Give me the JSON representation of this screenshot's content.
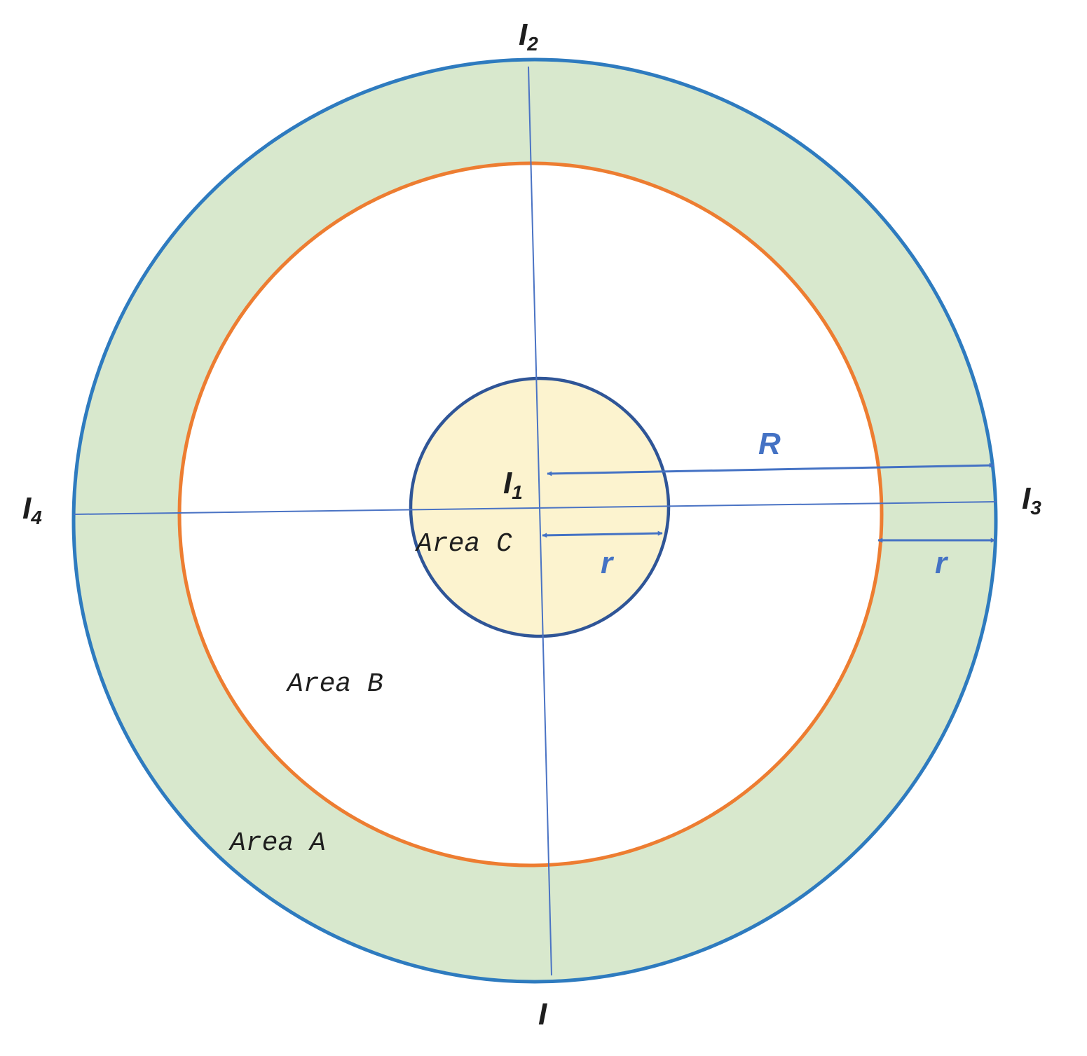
{
  "points": {
    "center": {
      "main": "I",
      "sub": "1"
    },
    "top": {
      "main": "I",
      "sub": "2"
    },
    "right": {
      "main": "I",
      "sub": "3"
    },
    "left": {
      "main": "I",
      "sub": "4"
    },
    "bottom": {
      "main": "I",
      "sub": ""
    }
  },
  "dimensions": {
    "big_radius": "R",
    "small_radius_inner": "r",
    "small_radius_ring": "r"
  },
  "areas": {
    "outer_ring": "Area A",
    "middle": "Area B",
    "inner": "Area C"
  },
  "colors": {
    "outer_circle": "#2e7bbf",
    "outer_ring_fill": "#d8e8cd",
    "middle_circle": "#ed7d31",
    "inner_circle": "#2f5597",
    "inner_fill": "#fcf3cf",
    "axis_lines": "#4a73c4",
    "arrows": "#4472c4"
  }
}
